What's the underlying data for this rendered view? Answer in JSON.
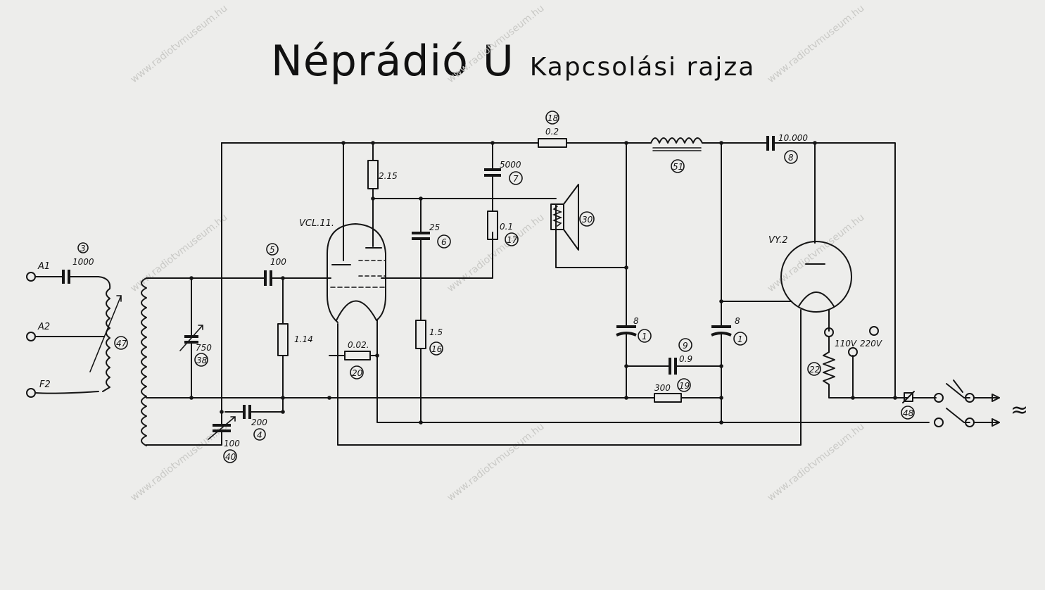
{
  "title": {
    "main": "Néprádió U",
    "sub": "Kapcsolási rajza"
  },
  "watermark": "www.radiotvmuseum.hu",
  "terminals": {
    "a1": "A1",
    "a2": "A2",
    "e": "F2"
  },
  "tubes": {
    "output": "VCL.11.",
    "rectifier": "VY.2"
  },
  "components": {
    "c_ant": {
      "value": "1000",
      "ref": "3"
    },
    "c_grid": {
      "value": "100",
      "ref": "5"
    },
    "c_tune": {
      "value": "750",
      "ref": "38"
    },
    "r_grid": {
      "value": "1.14",
      "ref": ""
    },
    "c_react": {
      "value": "100",
      "ref": "40"
    },
    "c_200": {
      "value": "200",
      "ref": "4"
    },
    "r_215": {
      "value": "2.15",
      "ref": ""
    },
    "c_25": {
      "value": "25",
      "ref": "6"
    },
    "r_15": {
      "value": "1.5",
      "ref": "16"
    },
    "c_5000": {
      "value": "5000",
      "ref": "7"
    },
    "r_01": {
      "value": "0.1",
      "ref": "17"
    },
    "r_002": {
      "value": "0.02.",
      "ref": "20"
    },
    "r_02": {
      "value": "0.2",
      "ref": "18"
    },
    "speaker": {
      "ref": "30"
    },
    "choke": {
      "ref": "51"
    },
    "c_10000": {
      "value": "10.000",
      "ref": "8"
    },
    "c_8a": {
      "value": "8",
      "ref": "1"
    },
    "c_8b": {
      "value": "8",
      "ref": "1"
    },
    "c_09": {
      "value": "0.9",
      "ref": "9"
    },
    "r_300": {
      "value": "300",
      "ref": "19"
    },
    "r_heat": {
      "ref": "22"
    },
    "coil": {
      "ref": "47"
    },
    "switch": {
      "ref": "48"
    }
  },
  "voltage": {
    "v110": "110V",
    "v220": "220V"
  },
  "mains_symbol": "≈"
}
